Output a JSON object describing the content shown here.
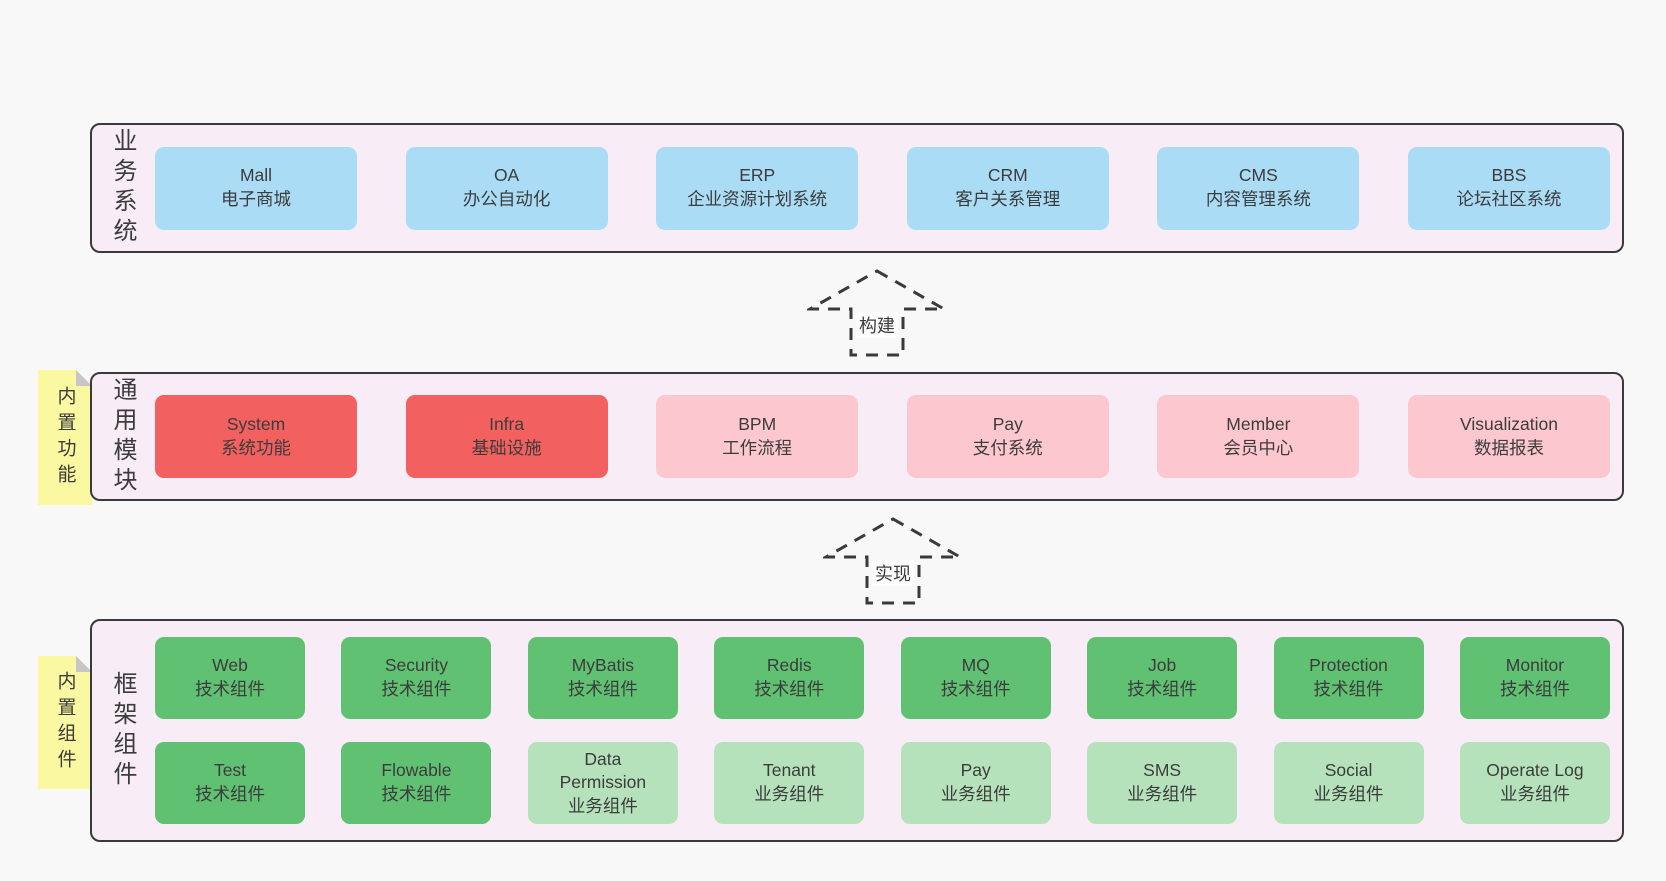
{
  "layers": [
    {
      "side_label": "业务系统",
      "boxes": [
        {
          "name": "Mall",
          "subtitle": "电子商城"
        },
        {
          "name": "OA",
          "subtitle": "办公自动化"
        },
        {
          "name": "ERP",
          "subtitle": "企业资源计划系统"
        },
        {
          "name": "CRM",
          "subtitle": "客户关系管理"
        },
        {
          "name": "CMS",
          "subtitle": "内容管理系统"
        },
        {
          "name": "BBS",
          "subtitle": "论坛社区系统"
        }
      ]
    },
    {
      "side_label": "通用模块",
      "note": "内置功能",
      "boxes": [
        {
          "name": "System",
          "subtitle": "系统功能"
        },
        {
          "name": "Infra",
          "subtitle": "基础设施"
        },
        {
          "name": "BPM",
          "subtitle": "工作流程"
        },
        {
          "name": "Pay",
          "subtitle": "支付系统"
        },
        {
          "name": "Member",
          "subtitle": "会员中心"
        },
        {
          "name": "Visualization",
          "subtitle": "数据报表"
        }
      ]
    },
    {
      "side_label": "框架组件",
      "note": "内置组件",
      "boxes": [
        {
          "name": "Web",
          "subtitle": "技术组件"
        },
        {
          "name": "Security",
          "subtitle": "技术组件"
        },
        {
          "name": "MyBatis",
          "subtitle": "技术组件"
        },
        {
          "name": "Redis",
          "subtitle": "技术组件"
        },
        {
          "name": "MQ",
          "subtitle": "技术组件"
        },
        {
          "name": "Job",
          "subtitle": "技术组件"
        },
        {
          "name": "Protection",
          "subtitle": "技术组件"
        },
        {
          "name": "Monitor",
          "subtitle": "技术组件"
        },
        {
          "name": "Test",
          "subtitle": "技术组件"
        },
        {
          "name": "Flowable",
          "subtitle": "技术组件"
        },
        {
          "name": "Data Permission",
          "subtitle": "业务组件"
        },
        {
          "name": "Tenant",
          "subtitle": "业务组件"
        },
        {
          "name": "Pay",
          "subtitle": "业务组件"
        },
        {
          "name": "SMS",
          "subtitle": "业务组件"
        },
        {
          "name": "Social",
          "subtitle": "业务组件"
        },
        {
          "name": "Operate Log",
          "subtitle": "业务组件"
        }
      ]
    }
  ],
  "arrows": [
    {
      "label": "构建"
    },
    {
      "label": "实现"
    }
  ],
  "colors": {
    "page_background": "#f8f8f8",
    "layer_background": "#f8edf6",
    "layer_border": "#3a3a3a",
    "blue_box": "#aadcf6",
    "red_box": "#f2605f",
    "pink_box": "#fcc7cf",
    "green_box": "#60c173",
    "light_green_box": "#b5e2bb",
    "sticky_note": "#faf8a0",
    "note_fold": "#c6c6c6",
    "text": "#3c3c3c"
  }
}
